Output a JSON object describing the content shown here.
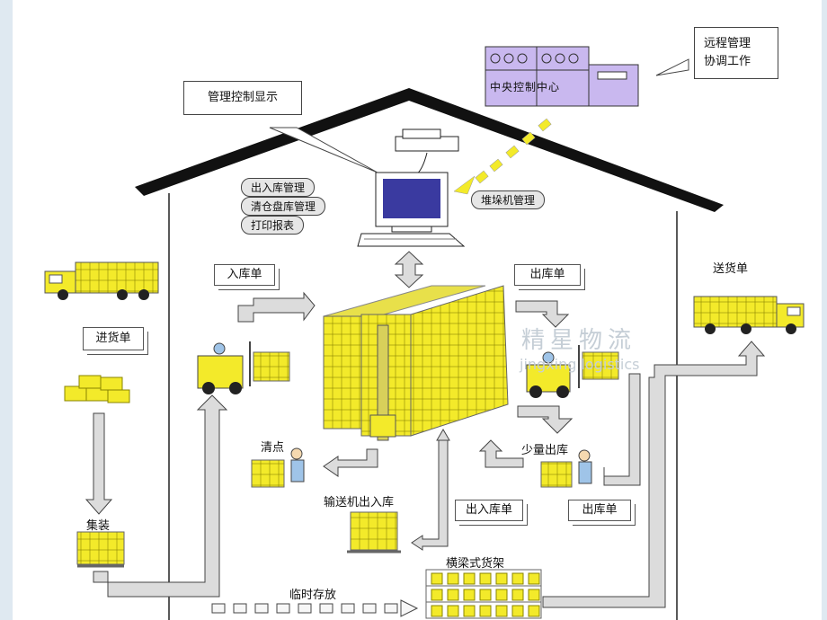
{
  "callouts": {
    "remote": "远程管理\n协调工作",
    "display": "管理控制显示"
  },
  "control_center_label": "中央控制中心",
  "computer_functions": [
    "出入库管理",
    "清仓盘库管理",
    "打印报表"
  ],
  "stacker_mgmt": "堆垛机管理",
  "notes": {
    "inbound_form": "入库单",
    "outbound_form": "出库单",
    "purchase_form": "进货单",
    "io_form": "出入库单",
    "outbound_form2": "出库单"
  },
  "labels": {
    "delivery_form": "送货单",
    "count": "清点",
    "small_outbound": "少量出库",
    "conveyor": "输送机出入库",
    "assemble": "集装",
    "temp_storage": "临时存放",
    "beam_rack": "横梁式货架"
  },
  "watermark": {
    "cn": "精星物流",
    "en": "jingxing logistics"
  },
  "colors": {
    "yellow": "#f3ea2a",
    "roof": "#111111",
    "arrow_fill": "#dcdcdc",
    "console_purple": "#c9b8ef"
  }
}
